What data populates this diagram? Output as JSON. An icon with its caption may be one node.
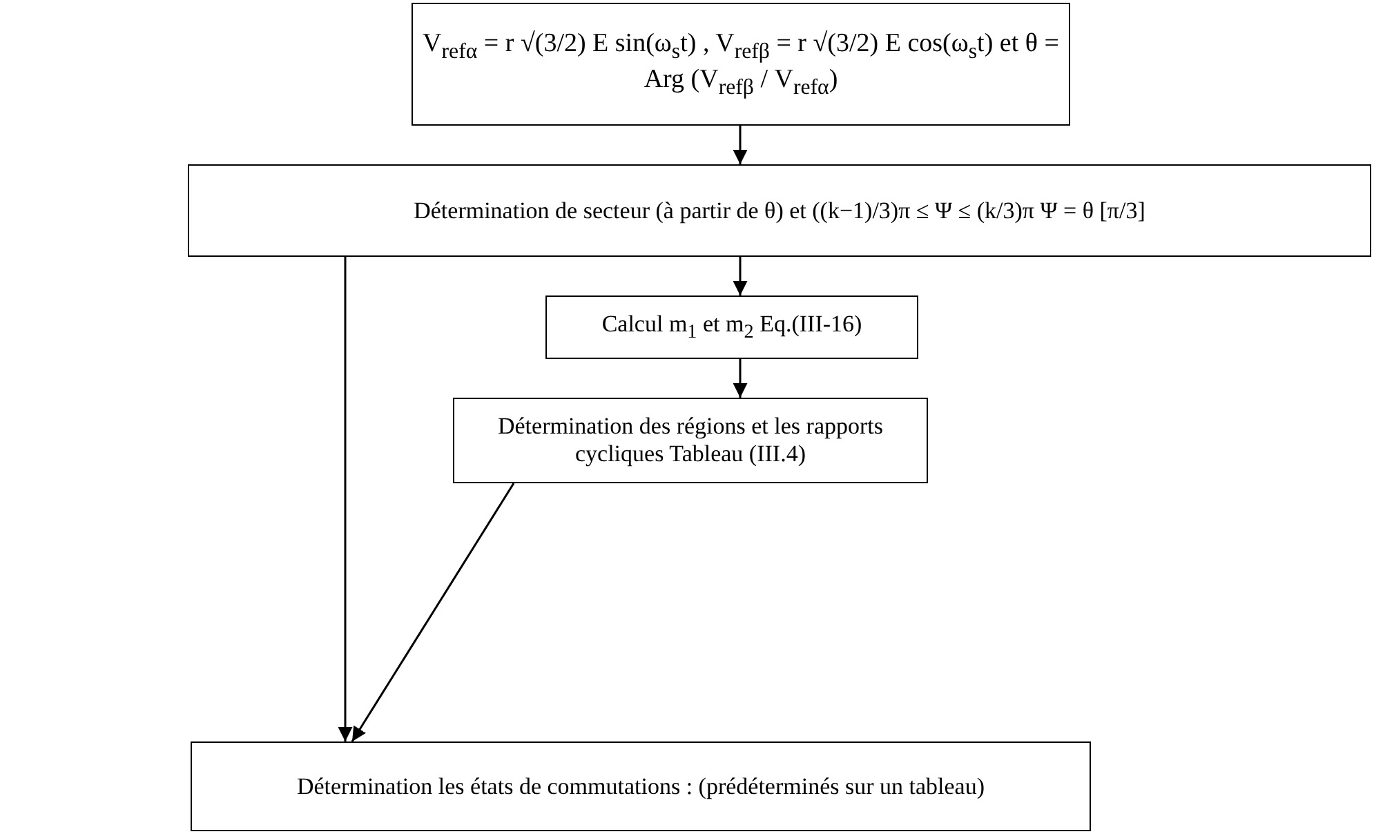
{
  "diagram": {
    "nodes": [
      {
        "text": [
          "V$_{refα}$ = r √(3/2) E sin(ω$_{s}$t) , V$_{refβ}$ = r √(3/2) E  cos(ω$_{s}$t) et θ = Arg (V$_{refβ}$ / V$_{refα}$)"
        ]
      },
      {
        "text": [
          "Détermination de secteur (à partir de θ)  et ((k−1)/3)π ≤ Ψ ≤ (k/3)π Ψ = θ [π/3]"
        ]
      },
      {
        "text": [
          "Calcul m$_{1}$ et m$_{2}$  Eq.(III-16)"
        ]
      },
      {
        "text": [
          "Détermination des régions et les rapports cycliques Tableau (III.4)"
        ]
      },
      {
        "text": [
          "Détermination les états de commutations : (prédéterminés sur un tableau)"
        ]
      }
    ],
    "edges": [
      {
        "from": 0,
        "to": 1,
        "arrow": "to"
      },
      {
        "from": 1,
        "to": 2,
        "arrow": "to"
      },
      {
        "from": 2,
        "to": 3,
        "arrow": "to"
      },
      {
        "from": 3,
        "to": 4,
        "arrow": "to"
      },
      {
        "from": 1,
        "to": 4,
        "arrow": "to"
      }
    ]
  }
}
